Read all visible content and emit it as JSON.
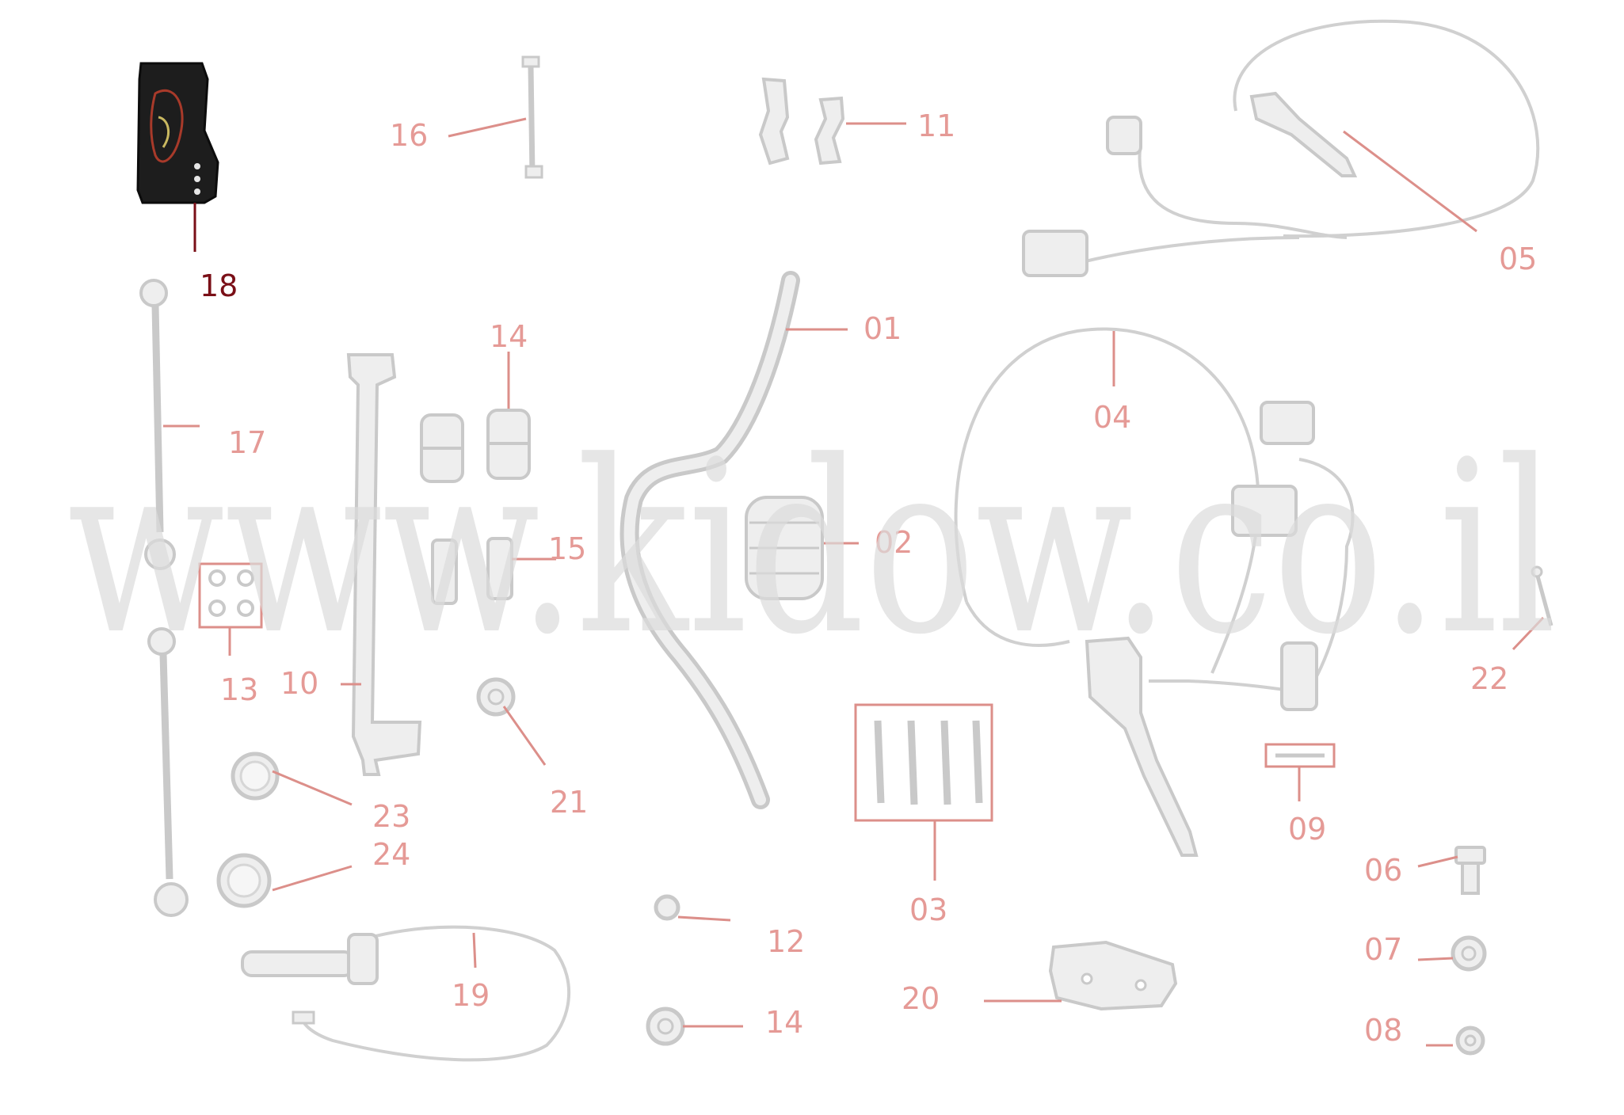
{
  "watermark": {
    "text": "www.kidow.co.il"
  },
  "colors": {
    "callout_faded": "#e59a96",
    "callout_highlight": "#7a0f17",
    "leader_faded": "#dc8f8a",
    "part_faded_fill": "#eeeeee",
    "part_faded_stroke": "#c9c9c9",
    "part_highlight": "#1d1d1d",
    "watermark": "#dcdcdc"
  },
  "callouts": [
    {
      "id": "18",
      "label": "18",
      "highlight": true
    },
    {
      "id": "16",
      "label": "16",
      "highlight": false
    },
    {
      "id": "11",
      "label": "11",
      "highlight": false
    },
    {
      "id": "05",
      "label": "05",
      "highlight": false
    },
    {
      "id": "17",
      "label": "17",
      "highlight": false
    },
    {
      "id": "14a",
      "label": "14",
      "highlight": false
    },
    {
      "id": "01",
      "label": "01",
      "highlight": false
    },
    {
      "id": "04",
      "label": "04",
      "highlight": false
    },
    {
      "id": "02",
      "label": "02",
      "highlight": false
    },
    {
      "id": "15",
      "label": "15",
      "highlight": false
    },
    {
      "id": "13",
      "label": "13",
      "highlight": false
    },
    {
      "id": "10",
      "label": "10",
      "highlight": false
    },
    {
      "id": "22",
      "label": "22",
      "highlight": false
    },
    {
      "id": "21",
      "label": "21",
      "highlight": false
    },
    {
      "id": "23",
      "label": "23",
      "highlight": false
    },
    {
      "id": "24",
      "label": "24",
      "highlight": false
    },
    {
      "id": "03",
      "label": "03",
      "highlight": false
    },
    {
      "id": "09",
      "label": "09",
      "highlight": false
    },
    {
      "id": "06",
      "label": "06",
      "highlight": false
    },
    {
      "id": "12",
      "label": "12",
      "highlight": false
    },
    {
      "id": "07",
      "label": "07",
      "highlight": false
    },
    {
      "id": "19",
      "label": "19",
      "highlight": false
    },
    {
      "id": "20",
      "label": "20",
      "highlight": false
    },
    {
      "id": "14b",
      "label": "14",
      "highlight": false
    },
    {
      "id": "08",
      "label": "08",
      "highlight": false
    }
  ]
}
